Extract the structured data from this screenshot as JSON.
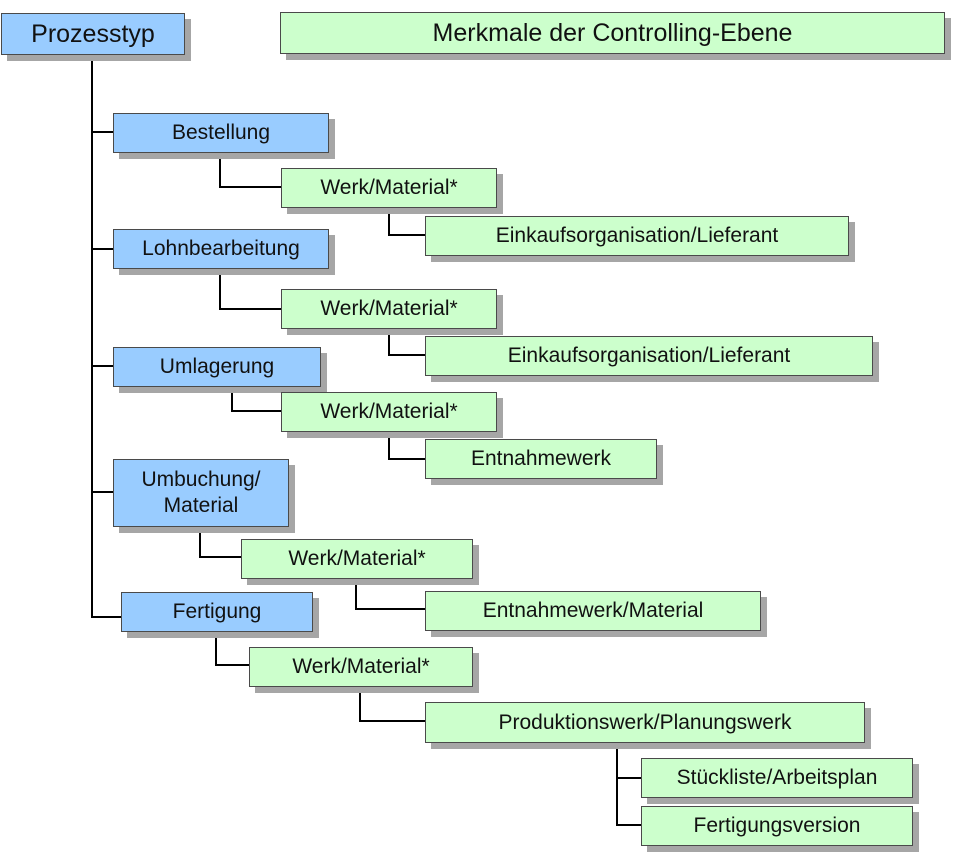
{
  "header": {
    "root": "Prozesstyp",
    "features": "Merkmale der Controlling-Ebene"
  },
  "processes": [
    {
      "label": "Bestellung",
      "level1": "Werk/Material*",
      "level2": "Einkaufsorganisation/Lieferant"
    },
    {
      "label": "Lohnbearbeitung",
      "level1": "Werk/Material*",
      "level2": "Einkaufsorganisation/Lieferant"
    },
    {
      "label": "Umlagerung",
      "level1": "Werk/Material*",
      "level2": "Entnahmewerk"
    },
    {
      "label": "Umbuchung/\nMaterial",
      "level1": "Werk/Material*",
      "level2": "Entnahmewerk/Material"
    },
    {
      "label": "Fertigung",
      "level1": "Werk/Material*",
      "level2": "Produktionswerk/Planungswerk",
      "level3": [
        "Stückliste/Arbeitsplan",
        "Fertigungsversion"
      ]
    }
  ],
  "colors": {
    "process_box": "#99ccff",
    "feature_box": "#ccffcc",
    "shadow": "#a6a6a6"
  }
}
